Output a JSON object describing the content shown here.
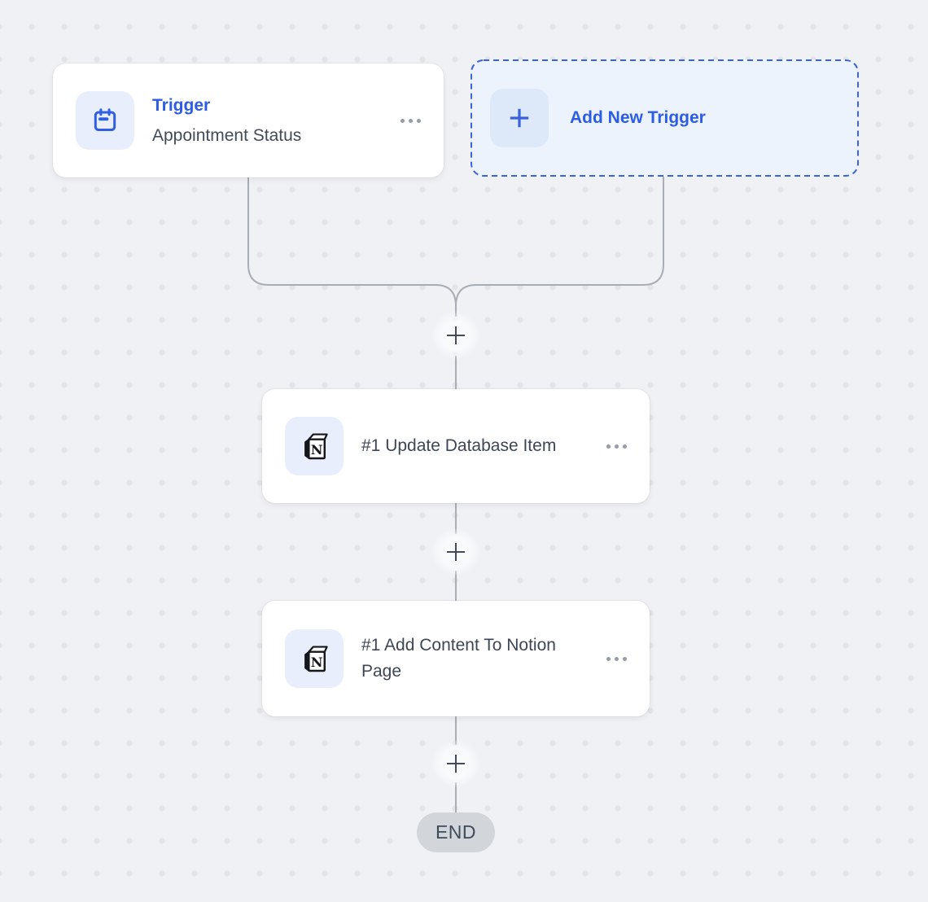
{
  "canvas": {
    "background_color": "#f0f1f4",
    "dot_color": "#e3e4e7",
    "connector_color": "#a9aeb6",
    "accent_color": "#2b5ce6"
  },
  "trigger_card": {
    "title": "Trigger",
    "subtitle": "Appointment Status",
    "icon": "calendar-icon",
    "menu_icon": "ellipsis-icon"
  },
  "add_trigger_card": {
    "label": "Add New Trigger",
    "icon": "plus-icon",
    "border_color": "#3b63e0",
    "background_color": "#edf3fc"
  },
  "steps": [
    {
      "title": "#1 Update Database Item",
      "icon": "notion-icon",
      "menu_icon": "ellipsis-icon"
    },
    {
      "title": "#1 Add Content To Notion Page",
      "icon": "notion-icon",
      "menu_icon": "ellipsis-icon"
    }
  ],
  "plus_nodes": {
    "icon": "plus-icon",
    "color": "#414b5b",
    "count": 3
  },
  "end_node": {
    "label": "END",
    "background_color": "#d2d6db",
    "text_color": "#3f4a5a"
  }
}
